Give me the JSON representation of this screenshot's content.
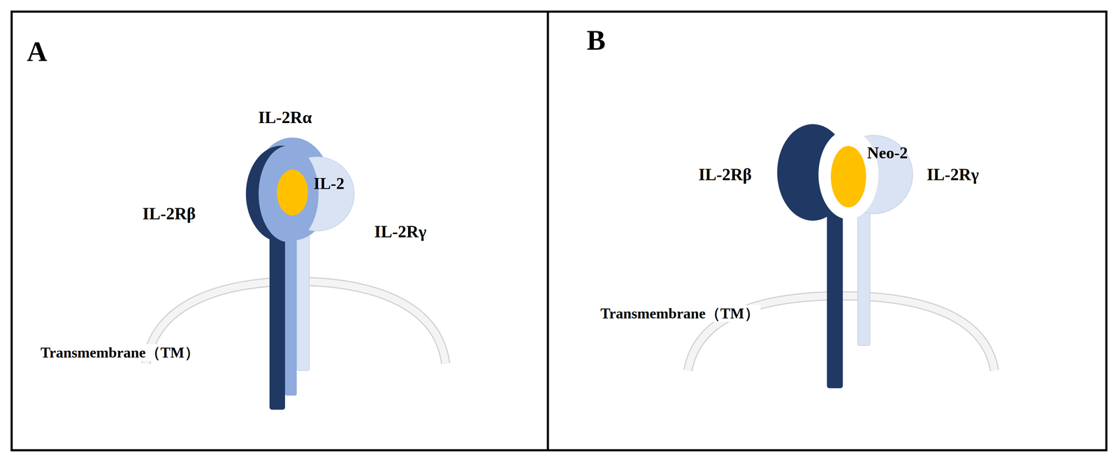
{
  "diagram": {
    "nodes": [
      {
        "text": [
          "A"
        ]
      },
      {
        "text": [
          "B"
        ]
      }
    ],
    "labels": [
      "IL-2Rα",
      "IL-2",
      "IL-2Rβ",
      "IL-2Rγ",
      "Transmembrane（TM）",
      "Neo-2",
      "IL-2Rβ",
      "IL-2Rγ",
      "Transmembrane（TM）"
    ]
  }
}
